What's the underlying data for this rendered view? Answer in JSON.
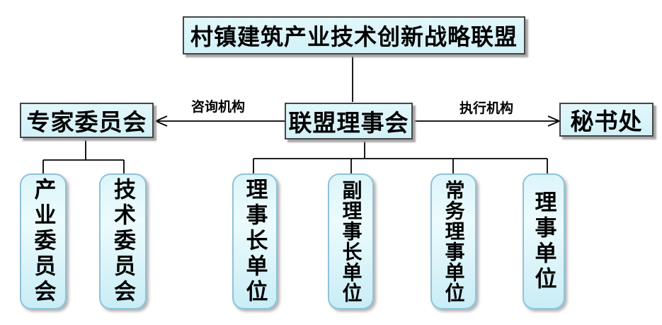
{
  "diagram": {
    "root": {
      "label": "村镇建筑产业技术创新战略联盟"
    },
    "level2": {
      "expert": {
        "label": "专家委员会"
      },
      "council": {
        "label": "联盟理事会"
      },
      "secretariat": {
        "label": "秘书处"
      }
    },
    "relations": {
      "advisory": "咨询机构",
      "executive": "执行机构"
    },
    "expert_children": [
      {
        "label": "产业委员会"
      },
      {
        "label": "技术委员会"
      }
    ],
    "council_children": [
      {
        "label": "理事长单位"
      },
      {
        "label": "副理事长单位"
      },
      {
        "label": "常务理事单位"
      },
      {
        "label": "理事单位"
      }
    ],
    "colors": {
      "box_fill_light": "#e2f7fb",
      "box_fill": "#d2f1f8",
      "rect_border": "#454545",
      "rounded_border": "#8fc2da",
      "connector": "#000000",
      "text": "#000000",
      "background": "#ffffff"
    }
  }
}
